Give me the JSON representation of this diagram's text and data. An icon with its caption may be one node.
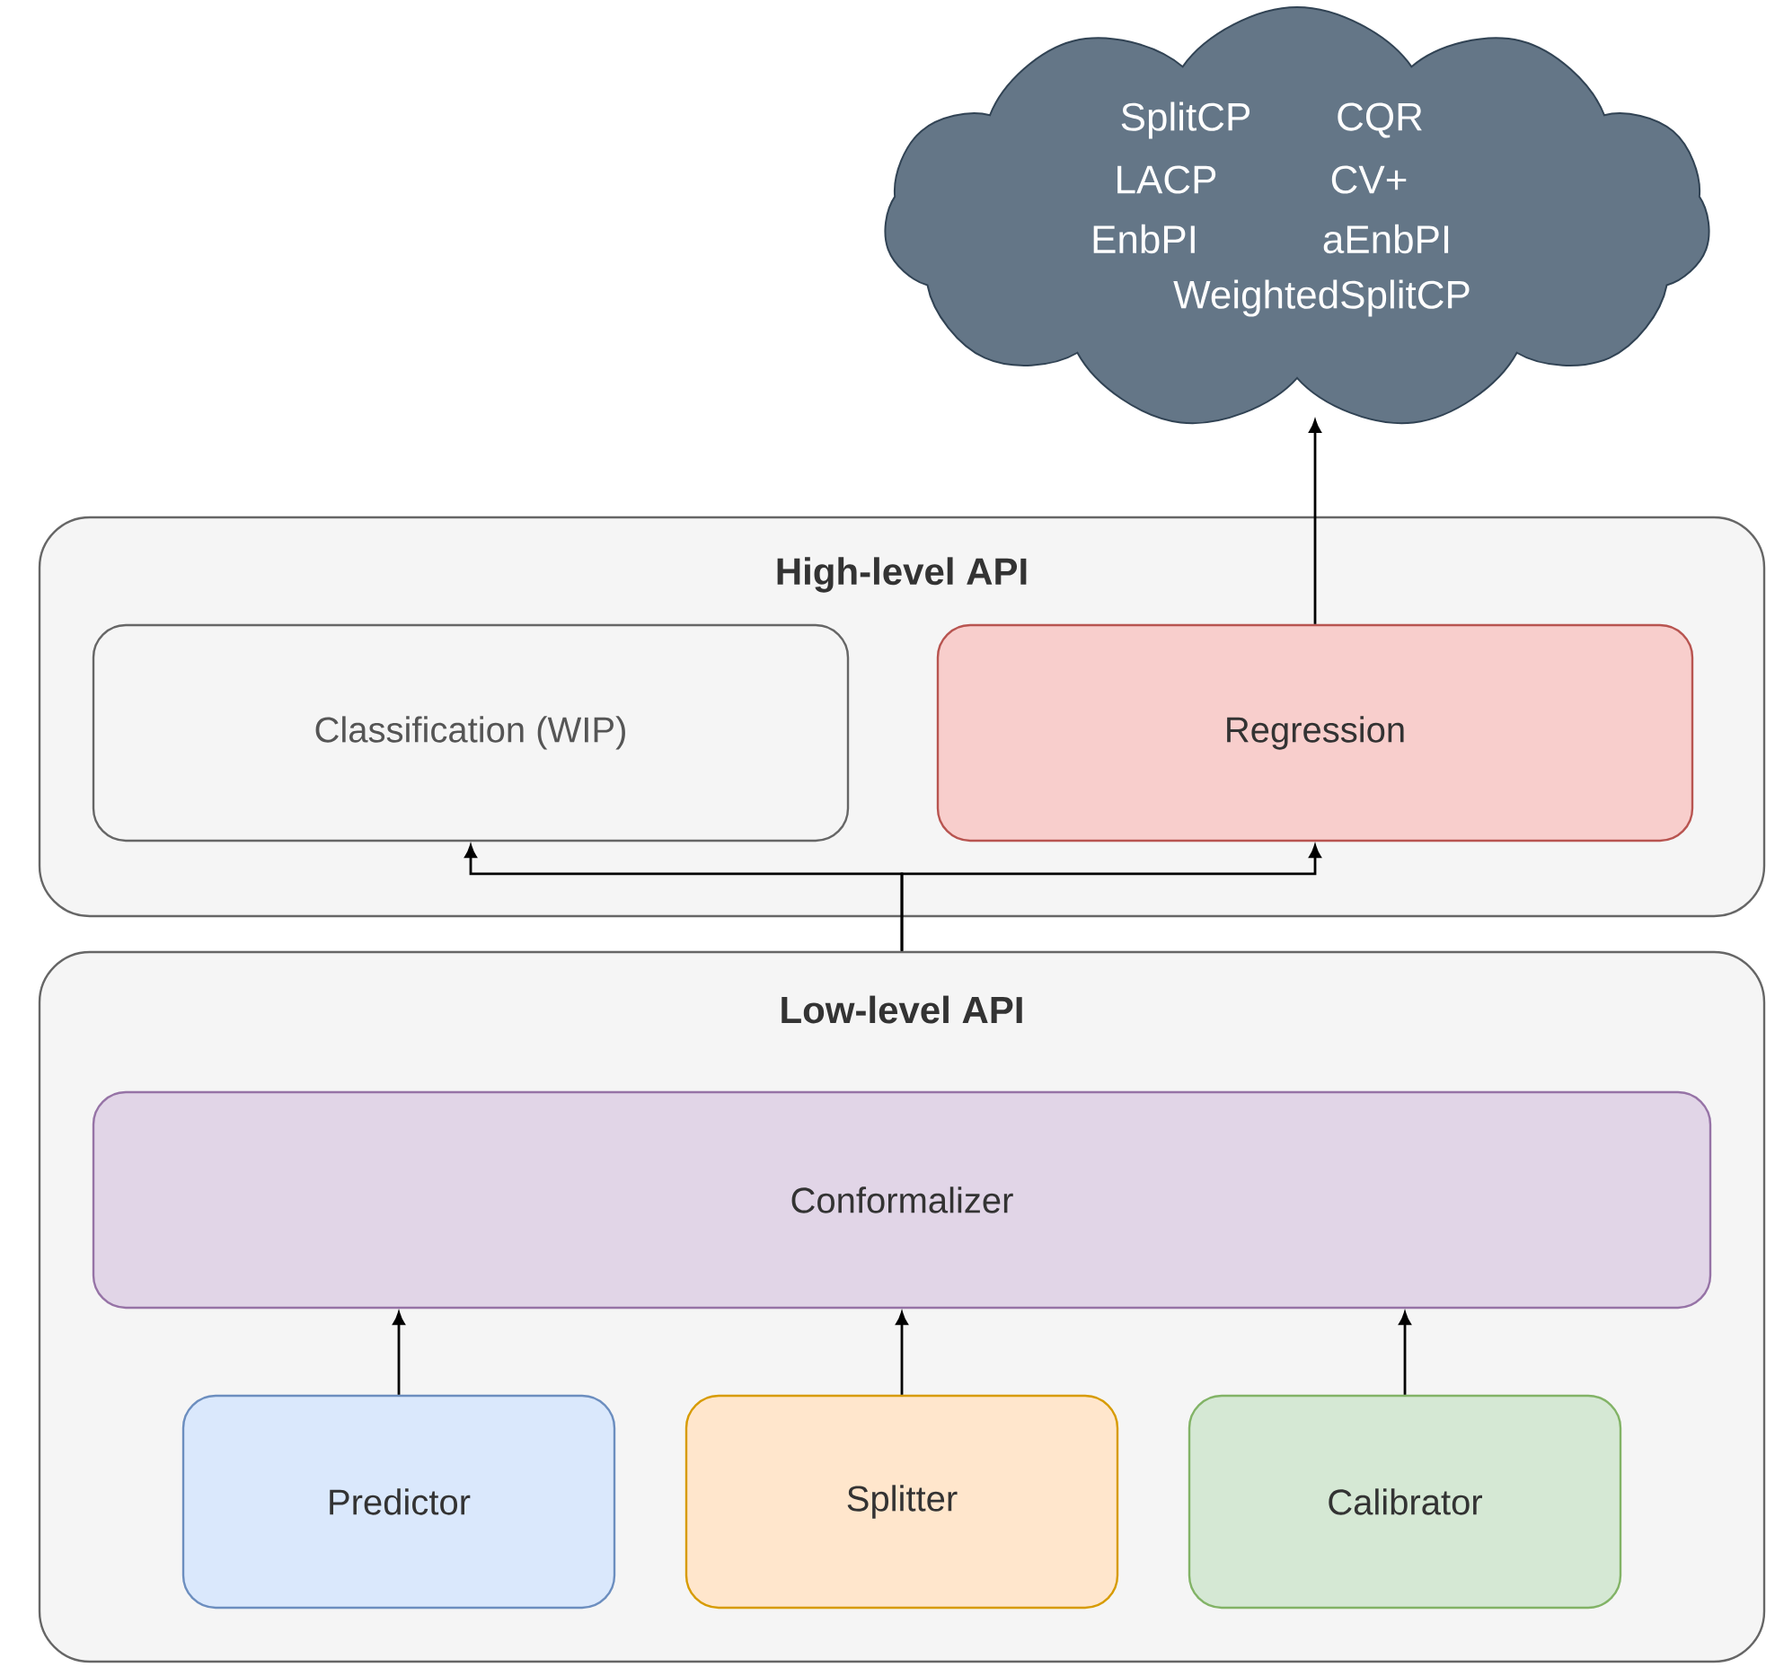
{
  "diagram": {
    "nodes": [
      {
        "text": [
          "SplitCP",
          "CQR",
          "LACP",
          "CV+",
          "EnbPI",
          "aEnbPI",
          "WeightedSplitCP"
        ]
      },
      {
        "text": [
          "High-level API"
        ]
      },
      {
        "text": [
          "Classification (WIP)"
        ],
        "in": 1
      },
      {
        "text": [
          "Regression"
        ],
        "in": 1
      },
      {
        "text": [
          "Low-level API"
        ]
      },
      {
        "text": [
          "Conformalizer"
        ],
        "in": 4
      },
      {
        "text": [
          "Predictor"
        ],
        "in": 4
      },
      {
        "text": [
          "Splitter"
        ],
        "in": 4
      },
      {
        "text": [
          "Calibrator"
        ],
        "in": 4
      }
    ],
    "edges": [
      {
        "from": 3,
        "to": 0,
        "arrow": "to"
      },
      {
        "from": 4,
        "to": 2,
        "arrow": "to"
      },
      {
        "from": 4,
        "to": 3,
        "arrow": "to"
      },
      {
        "from": 6,
        "to": 5,
        "arrow": "to"
      },
      {
        "from": 7,
        "to": 5,
        "arrow": "to"
      },
      {
        "from": 8,
        "to": 5,
        "arrow": "to"
      }
    ]
  }
}
